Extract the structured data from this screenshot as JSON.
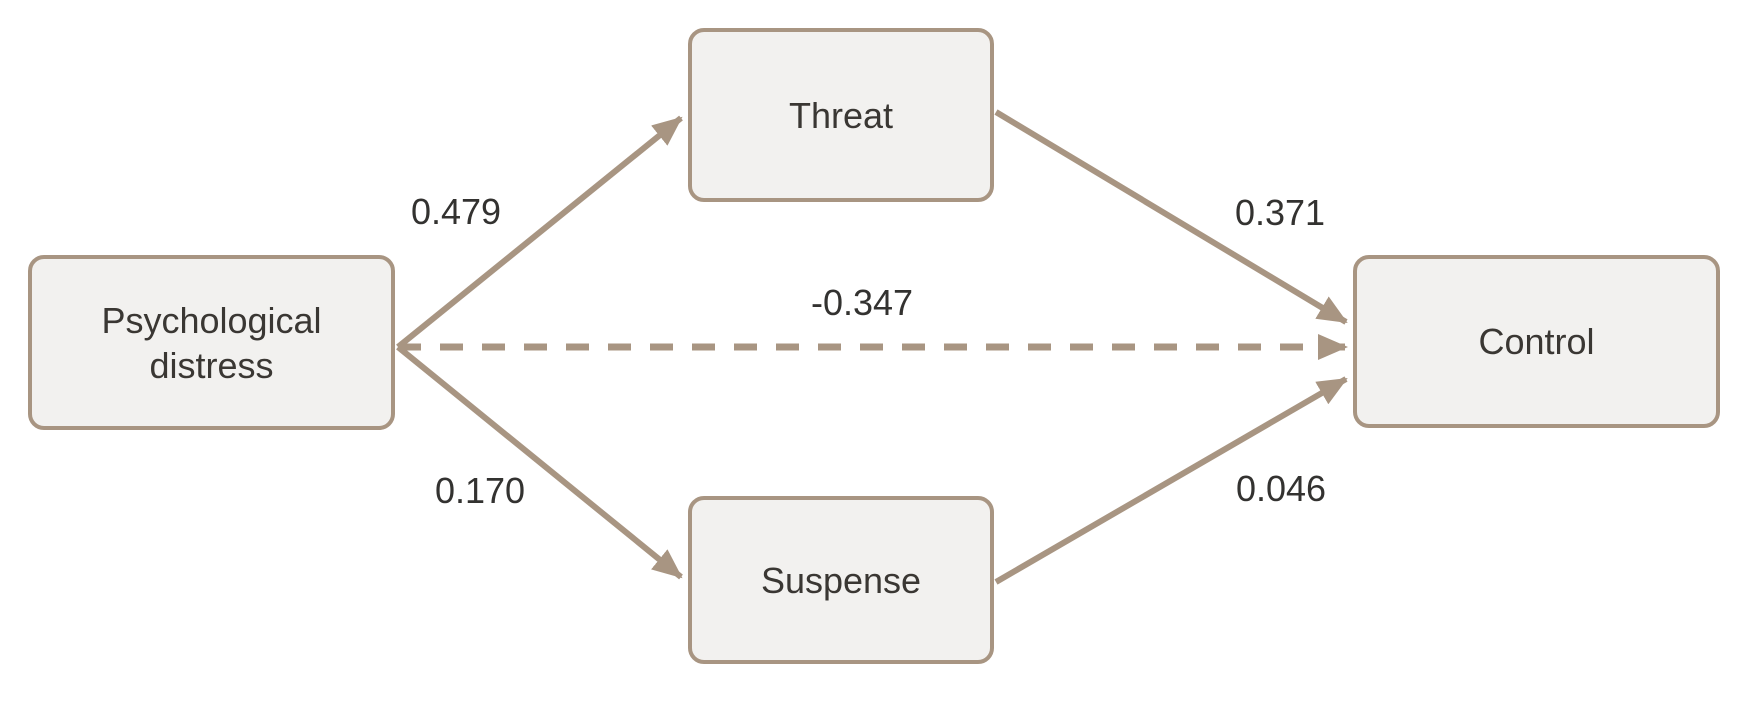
{
  "diagram": {
    "type": "mediation-path-diagram",
    "nodes": {
      "distress": {
        "label": "Psychological distress"
      },
      "threat": {
        "label": "Threat"
      },
      "suspense": {
        "label": "Suspense"
      },
      "control": {
        "label": "Control"
      }
    },
    "edges": {
      "distress_threat": {
        "from": "distress",
        "to": "threat",
        "coefficient": "0.479",
        "style": "solid"
      },
      "threat_control": {
        "from": "threat",
        "to": "control",
        "coefficient": "0.371",
        "style": "solid"
      },
      "distress_control": {
        "from": "distress",
        "to": "control",
        "coefficient": "-0.347",
        "style": "dashed"
      },
      "distress_suspense": {
        "from": "distress",
        "to": "suspense",
        "coefficient": "0.170",
        "style": "solid"
      },
      "suspense_control": {
        "from": "suspense",
        "to": "control",
        "coefficient": "0.046",
        "style": "solid"
      }
    },
    "colors": {
      "line": "#a89582",
      "box_border": "#a89582",
      "box_fill": "#f2f1ef",
      "node_text": "#3a3733",
      "coefficient_text": "#333230",
      "background": "#ffffff"
    }
  }
}
